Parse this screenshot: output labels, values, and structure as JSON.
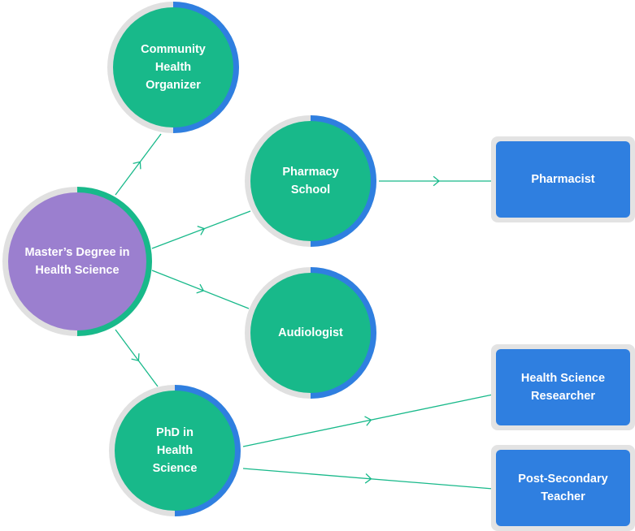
{
  "colors": {
    "green": "#18b98a",
    "purple": "#9b7fcf",
    "blue": "#2f7fe0",
    "ring_gray": "#e0e0e0",
    "arc_green": "#18b98a",
    "arc_blue": "#2f7fe0"
  },
  "nodes": {
    "masters": {
      "label": "Master’s Degree in\nHealth Science"
    },
    "community": {
      "label": "Community\nHealth\nOrganizer"
    },
    "pharmacy": {
      "label": "Pharmacy\nSchool"
    },
    "audiologist": {
      "label": "Audiologist"
    },
    "phd": {
      "label": "PhD in\nHealth\nScience"
    },
    "pharmacist": {
      "label": "Pharmacist"
    },
    "researcher": {
      "label": "Health Science\nResearcher"
    },
    "teacher": {
      "label": "Post-Secondary\nTeacher"
    }
  },
  "edges": [
    {
      "from": "masters",
      "to": "community"
    },
    {
      "from": "masters",
      "to": "pharmacy"
    },
    {
      "from": "masters",
      "to": "audiologist"
    },
    {
      "from": "masters",
      "to": "phd"
    },
    {
      "from": "pharmacy",
      "to": "pharmacist"
    },
    {
      "from": "phd",
      "to": "researcher"
    },
    {
      "from": "phd",
      "to": "teacher"
    }
  ]
}
